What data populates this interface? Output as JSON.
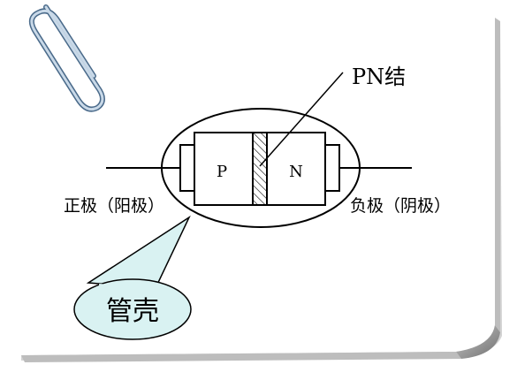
{
  "diagram": {
    "junction_label": "PN结",
    "p_region_label": "P",
    "n_region_label": "N",
    "anode_label": "正极（阳极）",
    "cathode_label": "负极（阴极）",
    "case_label": "管壳"
  },
  "colors": {
    "paper": "#ffffff",
    "line": "#000000",
    "paper_shadow": "#9a9a9a",
    "clip_outline": "#4a6a8a",
    "clip_fill": "#c9d9e8",
    "callout_fill": "#d9f2f2",
    "callout_stroke": "#000000"
  }
}
